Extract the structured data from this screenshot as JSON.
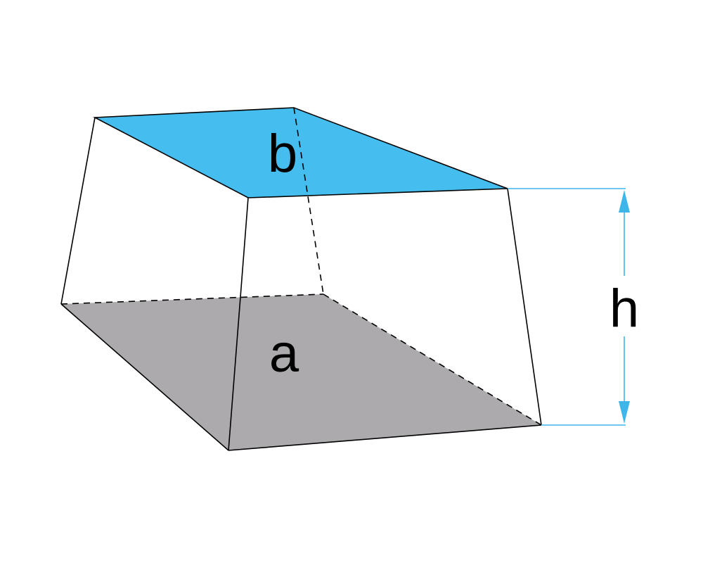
{
  "diagram": {
    "labels": {
      "top_face": "b",
      "bottom_face": "a",
      "height": "h"
    },
    "colors": {
      "top_face_fill": "#45bdee",
      "bottom_face_fill": "#acaaad",
      "dimension_color": "#3fb6ea",
      "edge_color": "#000000"
    }
  }
}
